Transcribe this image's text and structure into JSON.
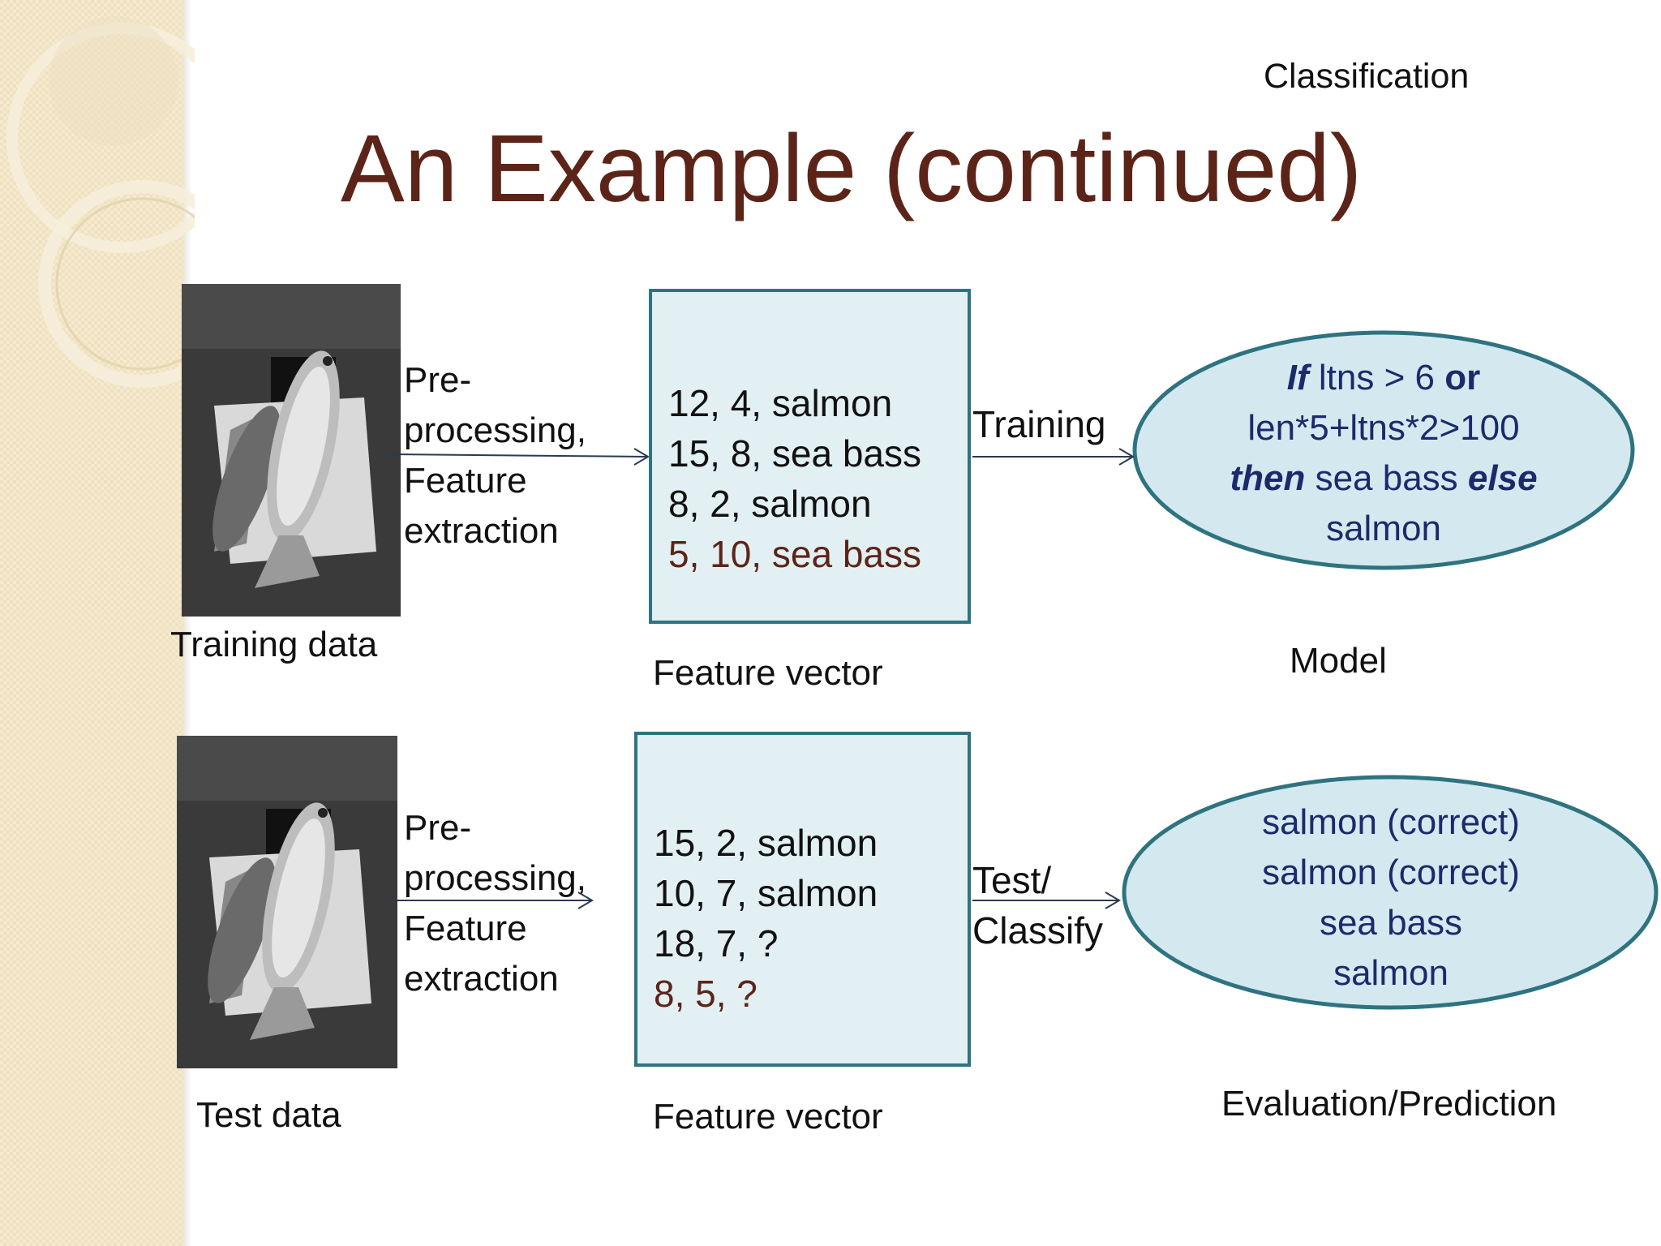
{
  "slide": {
    "corner_label": "Classification",
    "title": "An Example (continued)"
  },
  "training_row": {
    "step_label_lines": [
      "Pre-",
      "processing,",
      "Feature",
      "extraction"
    ],
    "data_caption": "Training data",
    "feature_rows": [
      "12, 4, salmon",
      "15, 8, sea bass",
      "8, 2, salmon",
      "5, 10, sea bass"
    ],
    "feature_caption": "Feature vector",
    "edge_label": "Training",
    "model": {
      "line1_kw": "If",
      "line1_text": " ltns > 6 ",
      "line1_kw2": "or",
      "line2": "len*5+ltns*2>100",
      "line3_kw": "then",
      "line3_text": " sea bass ",
      "line3_kw2": "else",
      "line4": "salmon"
    },
    "model_caption": "Model"
  },
  "test_row": {
    "step_label_lines": [
      "Pre-",
      "processing,",
      "Feature",
      "extraction"
    ],
    "data_caption": "Test data",
    "feature_rows": [
      "15, 2, salmon",
      "10, 7, salmon",
      "18, 7, ?",
      "8, 5, ?"
    ],
    "feature_caption": "Feature vector",
    "edge_label_lines": [
      "Test/",
      "Classify"
    ],
    "result_lines": [
      "salmon (correct)",
      "salmon (correct)",
      "sea bass",
      "salmon"
    ],
    "result_caption": "Evaluation/Prediction"
  },
  "colors": {
    "title": "#5c2418",
    "box_fill": "#e2eff3",
    "box_border": "#2f7380",
    "ellipse_text": "#1b2a6b",
    "brown_row": "#5c2418"
  }
}
